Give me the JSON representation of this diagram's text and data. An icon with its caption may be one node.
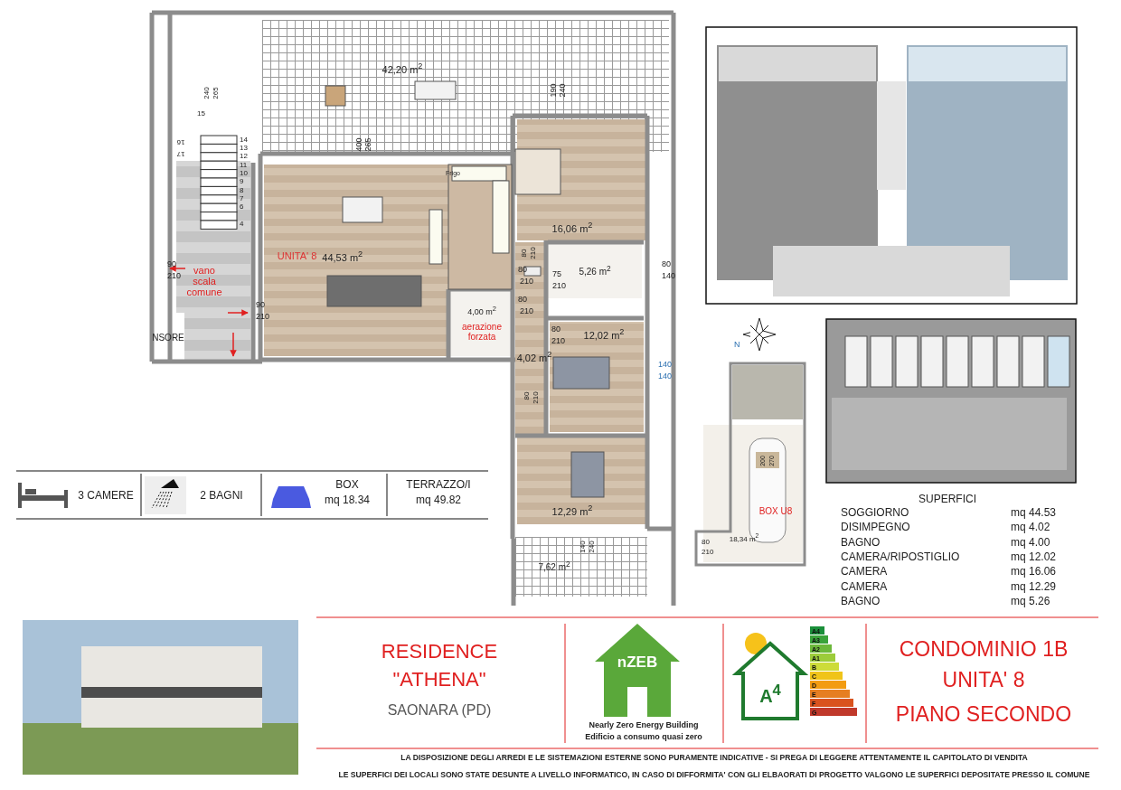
{
  "diagram": {
    "nodes": [
      {
        "text": [
          "42,20 m$^{2}$"
        ]
      },
      {
        "text": [
          "vano scala comune"
        ]
      },
      {
        "text": [
          "UNITA' 8",
          "44,53 m$^{2}$"
        ]
      },
      {
        "text": [
          "16,06 m$^{2}$"
        ]
      },
      {
        "text": [
          "5,26 m$^{2}$"
        ]
      },
      {
        "text": [
          "4,00 m$^{2}$",
          "aerazione forzata"
        ]
      },
      {
        "text": [
          "4,02 m$^{2}$"
        ]
      },
      {
        "text": [
          "12,02 m$^{2}$"
        ]
      },
      {
        "text": [
          "12,29 m$^{2}$"
        ]
      },
      {
        "text": [
          "7,62 m$^{2}$"
        ]
      },
      {
        "text": [
          "NSORE"
        ]
      },
      {
        "text": [
          "18,34 m$^{2}$",
          "BOX U8"
        ]
      }
    ],
    "labels": [
      "240",
      "265",
      "15",
      "14",
      "13",
      "12",
      "11",
      "10",
      "9",
      "8",
      "7",
      "6",
      "4",
      "16",
      "17",
      "190",
      "240",
      "400",
      "265",
      "Frigo",
      "90",
      "210",
      "90",
      "210",
      "80",
      "210",
      "80",
      "210",
      "75",
      "210",
      "80",
      "140",
      "80",
      "210",
      "80",
      "210",
      "140",
      "140",
      "80",
      "210",
      "140",
      "240",
      "200",
      "270",
      "80",
      "210",
      "N",
      "3 CAMERE",
      "2 BAGNI",
      "BOX",
      "mq 18.34",
      "TERRAZZO/I",
      "mq 49.82",
      "SUPERFICI",
      "SOGGIORNO",
      "mq 44.53",
      "DISIMPEGNO",
      "mq  4.02",
      "BAGNO",
      "mq  4.00",
      "CAMERA/RIPOSTIGLIO",
      "mq 12.02",
      "CAMERA",
      "mq 16.06",
      "CAMERA",
      "mq 12.29",
      "BAGNO",
      "mq  5.26",
      "RESIDENCE",
      "\"ATHENA\"",
      "SAONARA (PD)",
      "nZEB",
      "Nearly Zero Energy Building",
      "Edificio a consumo quasi zero",
      "A4",
      "A3",
      "A2",
      "A1",
      "B",
      "C",
      "D",
      "E",
      "F",
      "G",
      "A$^{4}$",
      "CONDOMINIO 1B",
      "UNITA' 8",
      "PIANO SECONDO",
      "LA DISPOSIZIONE DEGLI ARREDI E LE SISTEMAZIONI ESTERNE SONO PURAMENTE INDICATIVE - SI PREGA DI LEGGERE ATTENTAMENTE  IL CAPITOLATO DI VENDITA",
      "LE SUPERFICI DEI LOCALI SONO STATE DESUNTE A LIVELLO INFORMATICO, IN CASO DI DIFFORMITA' CON GLI ELBAORATI DI PROGETTO VALGONO LE SUPERFICI DEPOSITATE PRESSO IL COMUNE"
    ]
  }
}
